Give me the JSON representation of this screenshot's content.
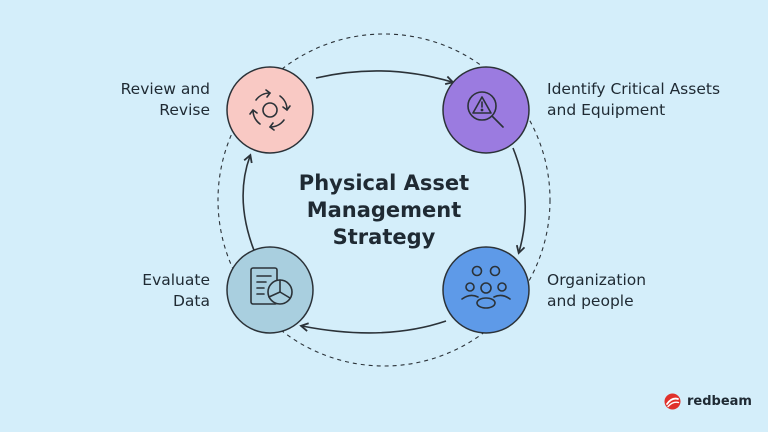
{
  "diagram": {
    "title": "Physical Asset\nManagement\nStrategy",
    "steps": [
      {
        "label": "Identify Critical Assets\nand Equipment",
        "icon": "search-warning-icon",
        "color": "#9b7be0"
      },
      {
        "label": "Organization\nand people",
        "icon": "people-group-icon",
        "color": "#5e9ae8"
      },
      {
        "label": "Evaluate\nData",
        "icon": "report-chart-icon",
        "color": "#a9cfdf"
      },
      {
        "label": "Review and\nRevise",
        "icon": "refresh-cycle-icon",
        "color": "#f9c9c4"
      }
    ]
  },
  "brand": {
    "name": "redbeam",
    "color": "#e0312b"
  },
  "colors": {
    "background": "#d4eefa",
    "stroke": "#2b3238"
  }
}
